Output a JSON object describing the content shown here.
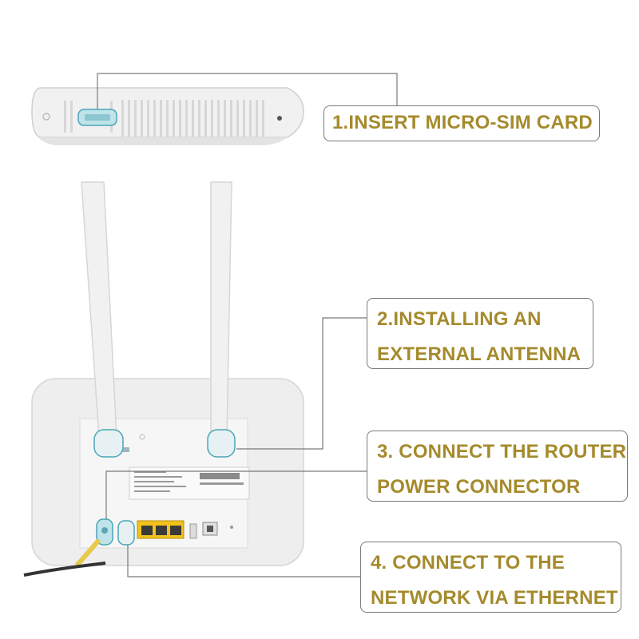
{
  "callouts": [
    {
      "lines": [
        "1.INSERT MICRO-SIM CARD"
      ]
    },
    {
      "lines": [
        "2.INSTALLING AN",
        "EXTERNAL ANTENNA"
      ]
    },
    {
      "lines": [
        "3. CONNECT THE ROUTER",
        "POWER CONNECTOR"
      ]
    },
    {
      "lines": [
        "4. CONNECT TO THE",
        "NETWORK VIA ETHERNET"
      ]
    }
  ],
  "colors": {
    "callout_text": "#a58a2c",
    "callout_border": "#7a7a7a",
    "highlight": "#4aa6b8",
    "router_body": "#eeeeee",
    "ethernet_port": "#f2c21b",
    "cable": "#e6c94a"
  },
  "icons": {
    "router": "router-illustration",
    "sim": "sim-slot-icon",
    "antenna": "antenna-icon",
    "power": "power-port-icon",
    "ethernet": "ethernet-port-icon"
  }
}
